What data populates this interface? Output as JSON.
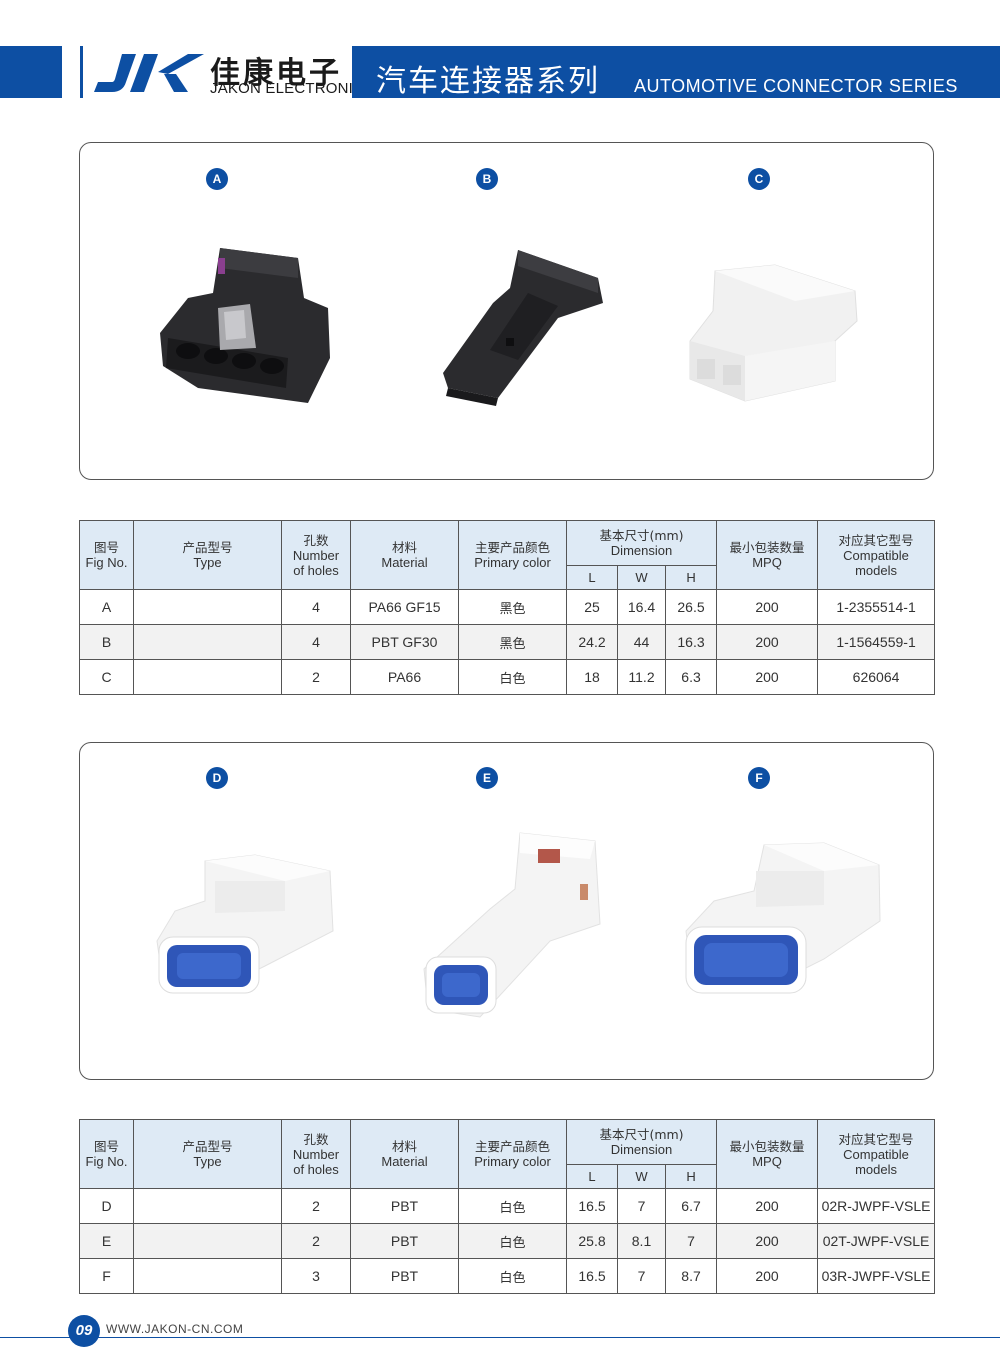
{
  "header": {
    "logo_text": "JK",
    "brand_cn": "佳康电子",
    "brand_en": "JAKON ELECTRONICS",
    "series_cn": "汽车连接器系列",
    "series_en": "AUTOMOTIVE CONNECTOR SERIES",
    "brand_color": "#0d4fa3"
  },
  "panels": [
    {
      "labels": [
        "A",
        "B",
        "C"
      ]
    },
    {
      "labels": [
        "D",
        "E",
        "F"
      ]
    }
  ],
  "table_headers": {
    "fig_cn": "图号",
    "fig_en": "Fig No.",
    "type_cn": "产品型号",
    "type_en": "Type",
    "holes_cn": "孔数",
    "holes_en1": "Number",
    "holes_en2": "of holes",
    "material_cn": "材料",
    "material_en": "Material",
    "color_cn": "主要产品颜色",
    "color_en": "Primary color",
    "dim_cn": "基本尺寸(mm)",
    "dim_en": "Dimension",
    "dim_l": "L",
    "dim_w": "W",
    "dim_h": "H",
    "mpq_cn": "最小包装数量",
    "mpq_en": "MPQ",
    "compat_cn": "对应其它型号",
    "compat_en1": "Compatible",
    "compat_en2": "models"
  },
  "tables": [
    {
      "rows": [
        {
          "fig": "A",
          "type": "",
          "holes": "4",
          "material": "PA66 GF15",
          "color": "黑色",
          "l": "25",
          "w": "16.4",
          "h": "26.5",
          "mpq": "200",
          "compat": "1-2355514-1"
        },
        {
          "fig": "B",
          "type": "",
          "holes": "4",
          "material": "PBT GF30",
          "color": "黑色",
          "l": "24.2",
          "w": "44",
          "h": "16.3",
          "mpq": "200",
          "compat": "1-1564559-1"
        },
        {
          "fig": "C",
          "type": "",
          "holes": "2",
          "material": "PA66",
          "color": "白色",
          "l": "18",
          "w": "11.2",
          "h": "6.3",
          "mpq": "200",
          "compat": "626064"
        }
      ]
    },
    {
      "rows": [
        {
          "fig": "D",
          "type": "",
          "holes": "2",
          "material": "PBT",
          "color": "白色",
          "l": "16.5",
          "w": "7",
          "h": "6.7",
          "mpq": "200",
          "compat": "02R-JWPF-VSLE"
        },
        {
          "fig": "E",
          "type": "",
          "holes": "2",
          "material": "PBT",
          "color": "白色",
          "l": "25.8",
          "w": "8.1",
          "h": "7",
          "mpq": "200",
          "compat": "02T-JWPF-VSLE"
        },
        {
          "fig": "F",
          "type": "",
          "holes": "3",
          "material": "PBT",
          "color": "白色",
          "l": "16.5",
          "w": "7",
          "h": "8.7",
          "mpq": "200",
          "compat": "03R-JWPF-VSLE"
        }
      ]
    }
  ],
  "footer": {
    "page_number": "09",
    "url": "WWW.JAKON-CN.COM"
  }
}
